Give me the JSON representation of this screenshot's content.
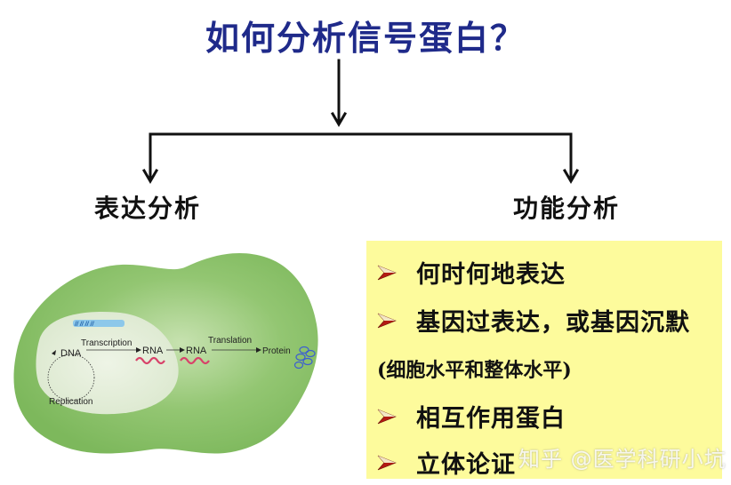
{
  "title": "如何分析信号蛋白？",
  "branches": {
    "left": {
      "label": "表达分析",
      "diagram": {
        "dna": "DNA",
        "transcription": "Transcription",
        "rna_nucleus": "RNA",
        "rna_cytoplasm": "RNA",
        "translation": "Translation",
        "protein": "Protein",
        "replication": "Replication"
      }
    },
    "right": {
      "label": "功能分析",
      "items": [
        "何时何地表达",
        "基因过表达，或基因沉默",
        "相互作用蛋白",
        "立体论证"
      ],
      "note": "(细胞水平和整体水平)"
    }
  },
  "watermark": "知乎 @医学科研小坑",
  "colors": {
    "title": "#1f2a8a",
    "panel_bg": "#fdfb9c",
    "cell_green": "#8fc46e",
    "nucleus": "#e4eedb",
    "rna": "#d8436a",
    "protein": "#3c5fd0",
    "bullet_red": "#b31b12"
  }
}
